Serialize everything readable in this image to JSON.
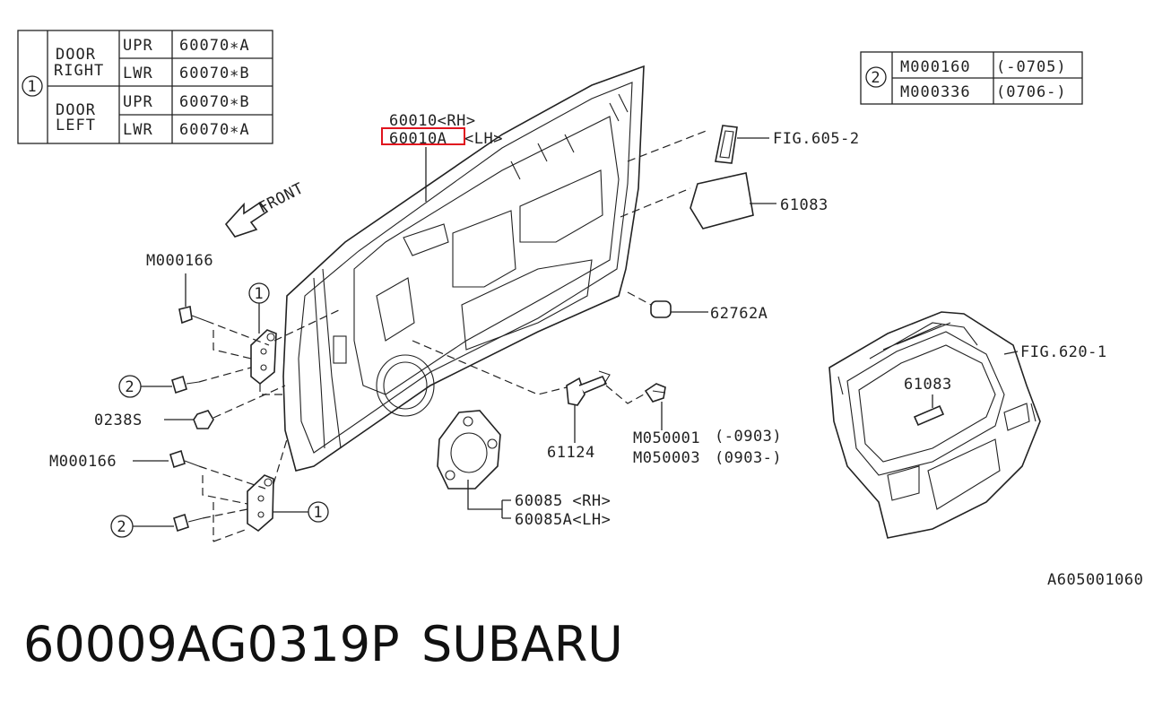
{
  "diagram": {
    "table1": {
      "ref": "1",
      "rows": [
        {
          "group": "DOOR RIGHT",
          "group_l1": "DOOR",
          "group_l2": "RIGHT",
          "pos": "UPR",
          "part": "60070∗A"
        },
        {
          "group": "",
          "pos": "LWR",
          "part": "60070∗B"
        },
        {
          "group": "DOOR LEFT",
          "group_l1": "DOOR",
          "group_l2": "LEFT",
          "pos": "UPR",
          "part": "60070∗B"
        },
        {
          "group": "",
          "pos": "LWR",
          "part": "60070∗A"
        }
      ]
    },
    "table2": {
      "ref": "2",
      "rows": [
        {
          "part": "M000160",
          "range": "(-0705)"
        },
        {
          "part": "M000336",
          "range": "(0706-)"
        }
      ]
    },
    "labels": {
      "door_rh": "60010<RH>",
      "door_lh_part": "60010A",
      "door_lh_suffix": "<LH>",
      "front": "FRONT",
      "fig605": "FIG.605-2",
      "seal_61083": "61083",
      "plug_62762a": "62762A",
      "fig620": "FIG.620-1",
      "seal_61083_b": "61083",
      "bolt_upper": "M000166",
      "bolt_lower": "M000166",
      "nut_0238s": "0238S",
      "hinge_ref_upper": "1",
      "hinge_ref_lower": "1",
      "bolt_ref_a": "2",
      "bolt_ref_b": "2",
      "checker_61124": "61124",
      "bolt_m050001": "M050001",
      "bolt_m050001_range": "(-0903)",
      "bolt_m050003": "M050003",
      "bolt_m050003_range": "(0903-)",
      "gasket_rh": "60085 <RH>",
      "gasket_lh": "60085A<LH>",
      "figure_code": "A605001060"
    },
    "caption": {
      "part_number": "60009AG0319P",
      "brand": "SUBARU"
    },
    "colors": {
      "line": "#222222",
      "highlight": "#e0141e"
    }
  }
}
